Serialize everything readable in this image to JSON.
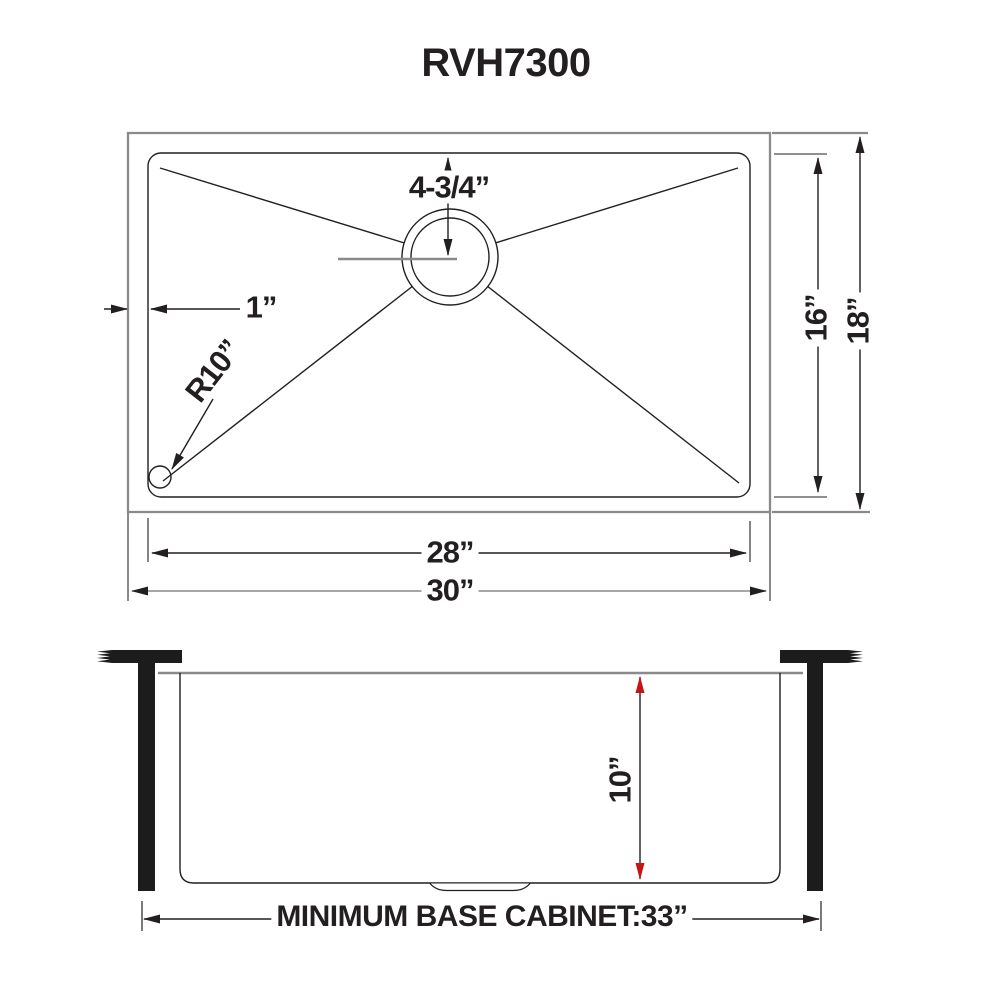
{
  "drawing": {
    "title": "RVH7300",
    "top_view": {
      "drain_offset": "4-3/4”",
      "rim_to_bowl_gap": "1”",
      "corner_radius": "R10”",
      "bowl_length": "28”",
      "overall_length": "30”",
      "bowl_width": "16”",
      "overall_width": "18”"
    },
    "side_view": {
      "bowl_depth": "10”",
      "cabinet_note": "MINIMUM BASE CABINET:33”"
    },
    "colors": {
      "primary_line": "#231f20",
      "secondary_line": "#8a8a8a",
      "accent_arrow": "#c41414",
      "solid_fill": "#1c1c1c"
    }
  }
}
